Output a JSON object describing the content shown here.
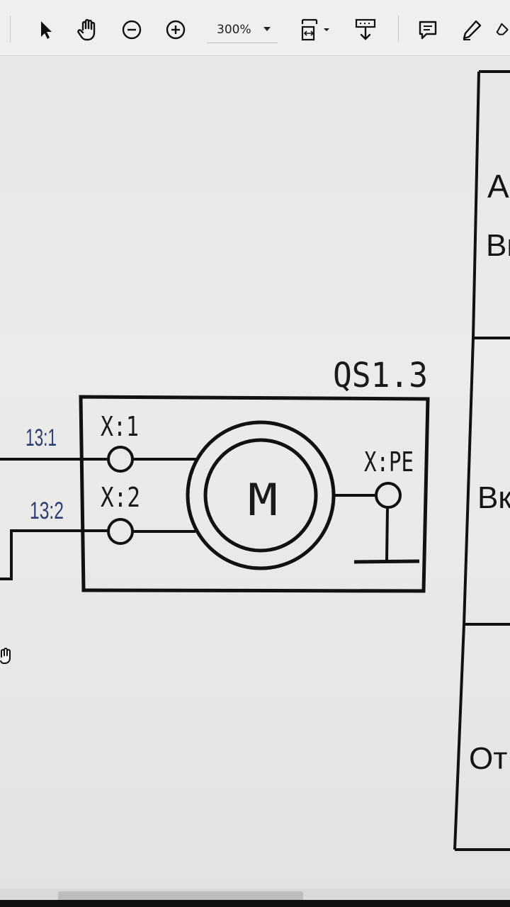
{
  "toolbar": {
    "zoom": {
      "value": "300%"
    },
    "tools": [
      {
        "name": "select-tool",
        "icon": "pointer-arrow-icon"
      },
      {
        "name": "hand-tool",
        "icon": "hand-icon"
      },
      {
        "name": "zoom-out",
        "icon": "minus-circle-icon"
      },
      {
        "name": "zoom-in",
        "icon": "plus-circle-icon"
      },
      {
        "name": "page-fit",
        "icon": "page-fit-icon"
      },
      {
        "name": "scroll-mode",
        "icon": "scroll-mode-icon"
      },
      {
        "name": "comment",
        "icon": "comment-icon"
      },
      {
        "name": "highlight",
        "icon": "pen-icon"
      }
    ]
  },
  "schematic": {
    "component_ref": "QS1.3",
    "terminals": [
      "X:1",
      "X:2",
      "X:PE"
    ],
    "motor_symbol": "M",
    "wire_labels": [
      "13:1",
      "13:2"
    ]
  },
  "side_table": {
    "cells": [
      "А",
      "Вы",
      "Вк",
      "От"
    ]
  },
  "colors": {
    "ink": "#111111",
    "wire_label": "#2b3f73",
    "toolbar_bg": "#efefed",
    "page_bg": "#e9e9e7"
  }
}
